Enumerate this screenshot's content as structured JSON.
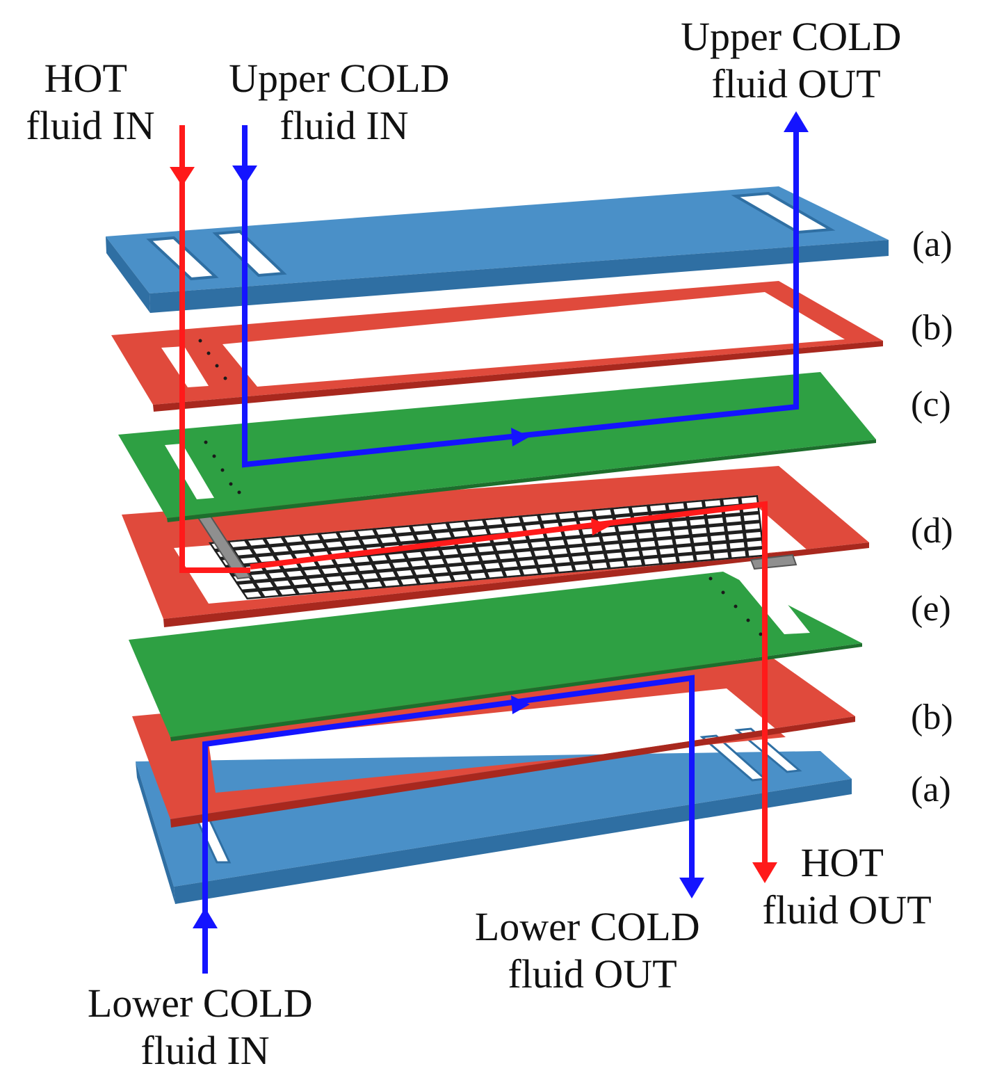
{
  "colors": {
    "cover": "#4a90c8",
    "cover_side": "#2f6fa3",
    "gasket": "#e04a3c",
    "gasket_side": "#a8281e",
    "membrane": "#2ea043",
    "membrane_side": "#1d6e2c",
    "hot_flow": "#ff1a1a",
    "cold_flow": "#1414ff",
    "mesh": "#1f1f1f",
    "text": "#111111"
  },
  "flows": {
    "hot_in": {
      "line1": "HOT",
      "line2": "fluid IN"
    },
    "upper_cold_in": {
      "line1": "Upper  COLD",
      "line2": "fluid IN"
    },
    "upper_cold_out": {
      "line1": "Upper  COLD",
      "line2": "fluid OUT"
    },
    "hot_out": {
      "line1": "HOT",
      "line2": "fluid OUT"
    },
    "lower_cold_out": {
      "line1": "Lower  COLD",
      "line2": "fluid OUT"
    },
    "lower_cold_in": {
      "line1": "Lower  COLD",
      "line2": "fluid IN"
    }
  },
  "layers": [
    {
      "id": "top-cover",
      "label": "(a)",
      "kind": "cover"
    },
    {
      "id": "upper-gasket",
      "label": "(b)",
      "kind": "gasket"
    },
    {
      "id": "upper-membrane",
      "label": "(c)",
      "kind": "membrane"
    },
    {
      "id": "spacer-gasket",
      "label": "(d)",
      "kind": "gasket"
    },
    {
      "id": "lower-membrane",
      "label": "(e)",
      "kind": "membrane"
    },
    {
      "id": "lower-gasket",
      "label": "(b)",
      "kind": "gasket"
    },
    {
      "id": "bottom-cover",
      "label": "(a)",
      "kind": "cover"
    }
  ]
}
